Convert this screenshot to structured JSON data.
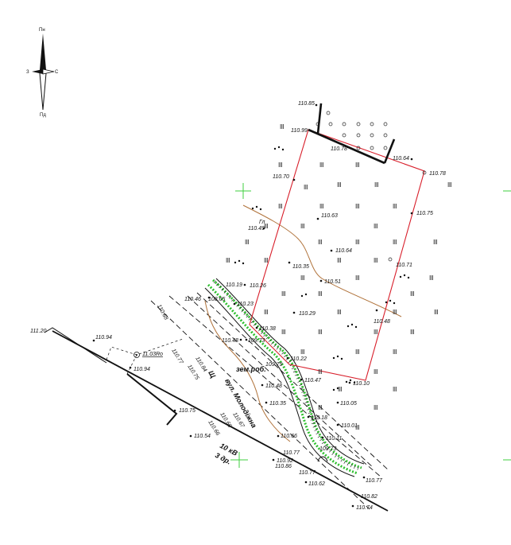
{
  "compass": {
    "north": "Пн",
    "south": "Пд",
    "west": "З",
    "east": "С"
  },
  "labels": {
    "street": "вул. Молодіжна",
    "street_code": "Щ",
    "earthworks": "зем.роб.",
    "power_line_kv": "10 кВ",
    "power_line_wires": "3 др.",
    "pit_label": "Гл",
    "well_label": "11.03Ro"
  },
  "colors": {
    "boundary": "#d81e2a",
    "contour": "#b0723a",
    "slope_green": "#2fbf2f",
    "line": "#111111"
  },
  "elevations": [
    {
      "id": "e1",
      "text": "110.85"
    },
    {
      "id": "e2",
      "text": "110.99"
    },
    {
      "id": "e3",
      "text": "110.78"
    },
    {
      "id": "e4",
      "text": "110.64"
    },
    {
      "id": "e5",
      "text": "110.78"
    },
    {
      "id": "e6",
      "text": "110.70"
    },
    {
      "id": "e7",
      "text": "110.63"
    },
    {
      "id": "e8",
      "text": "110.75"
    },
    {
      "id": "e9",
      "text": "110.49"
    },
    {
      "id": "e10",
      "text": "110.64"
    },
    {
      "id": "e11",
      "text": "110.71"
    },
    {
      "id": "e12",
      "text": "110.35"
    },
    {
      "id": "e13",
      "text": "110.51"
    },
    {
      "id": "e14",
      "text": "110.19"
    },
    {
      "id": "e15",
      "text": "110.26"
    },
    {
      "id": "e16",
      "text": "110.46"
    },
    {
      "id": "e17",
      "text": "108.65"
    },
    {
      "id": "e18",
      "text": "110.23"
    },
    {
      "id": "e19",
      "text": "110.29"
    },
    {
      "id": "e20",
      "text": "110.48"
    },
    {
      "id": "e21",
      "text": "110.38"
    },
    {
      "id": "e22",
      "text": "110.48"
    },
    {
      "id": "e23",
      "text": "109.73"
    },
    {
      "id": "e24",
      "text": "110.22"
    },
    {
      "id": "e25",
      "text": "109.79"
    },
    {
      "id": "e26",
      "text": "110.47"
    },
    {
      "id": "e27",
      "text": "110.10"
    },
    {
      "id": "e28",
      "text": "110.48"
    },
    {
      "id": "e29",
      "text": "110.05"
    },
    {
      "id": "e30",
      "text": "110.35"
    },
    {
      "id": "e31",
      "text": "110.18"
    },
    {
      "id": "e32",
      "text": "110.01"
    },
    {
      "id": "e33",
      "text": "110.66"
    },
    {
      "id": "e34",
      "text": "110.11"
    },
    {
      "id": "e35",
      "text": "109.73"
    },
    {
      "id": "e36",
      "text": "111.20"
    },
    {
      "id": "e37",
      "text": "110.94"
    },
    {
      "id": "e38",
      "text": "110.94"
    },
    {
      "id": "e39",
      "text": "110.75"
    },
    {
      "id": "e40",
      "text": "110.54"
    },
    {
      "id": "e41",
      "text": "110.77"
    },
    {
      "id": "e42",
      "text": "110.92"
    },
    {
      "id": "e43",
      "text": "110.77"
    },
    {
      "id": "e44",
      "text": "110.77"
    },
    {
      "id": "e45",
      "text": "110.82"
    },
    {
      "id": "e46",
      "text": "110.62"
    },
    {
      "id": "e47",
      "text": "110.74"
    },
    {
      "id": "e48",
      "text": "110.86"
    }
  ],
  "road_elevations": [
    {
      "id": "r1",
      "text": "110.68"
    },
    {
      "id": "r2",
      "text": "110.77"
    },
    {
      "id": "r3",
      "text": "110.84"
    },
    {
      "id": "r4",
      "text": "110.75"
    },
    {
      "id": "r5",
      "text": "110.67"
    },
    {
      "id": "r6",
      "text": "110.66"
    },
    {
      "id": "r7",
      "text": "110.66"
    }
  ]
}
